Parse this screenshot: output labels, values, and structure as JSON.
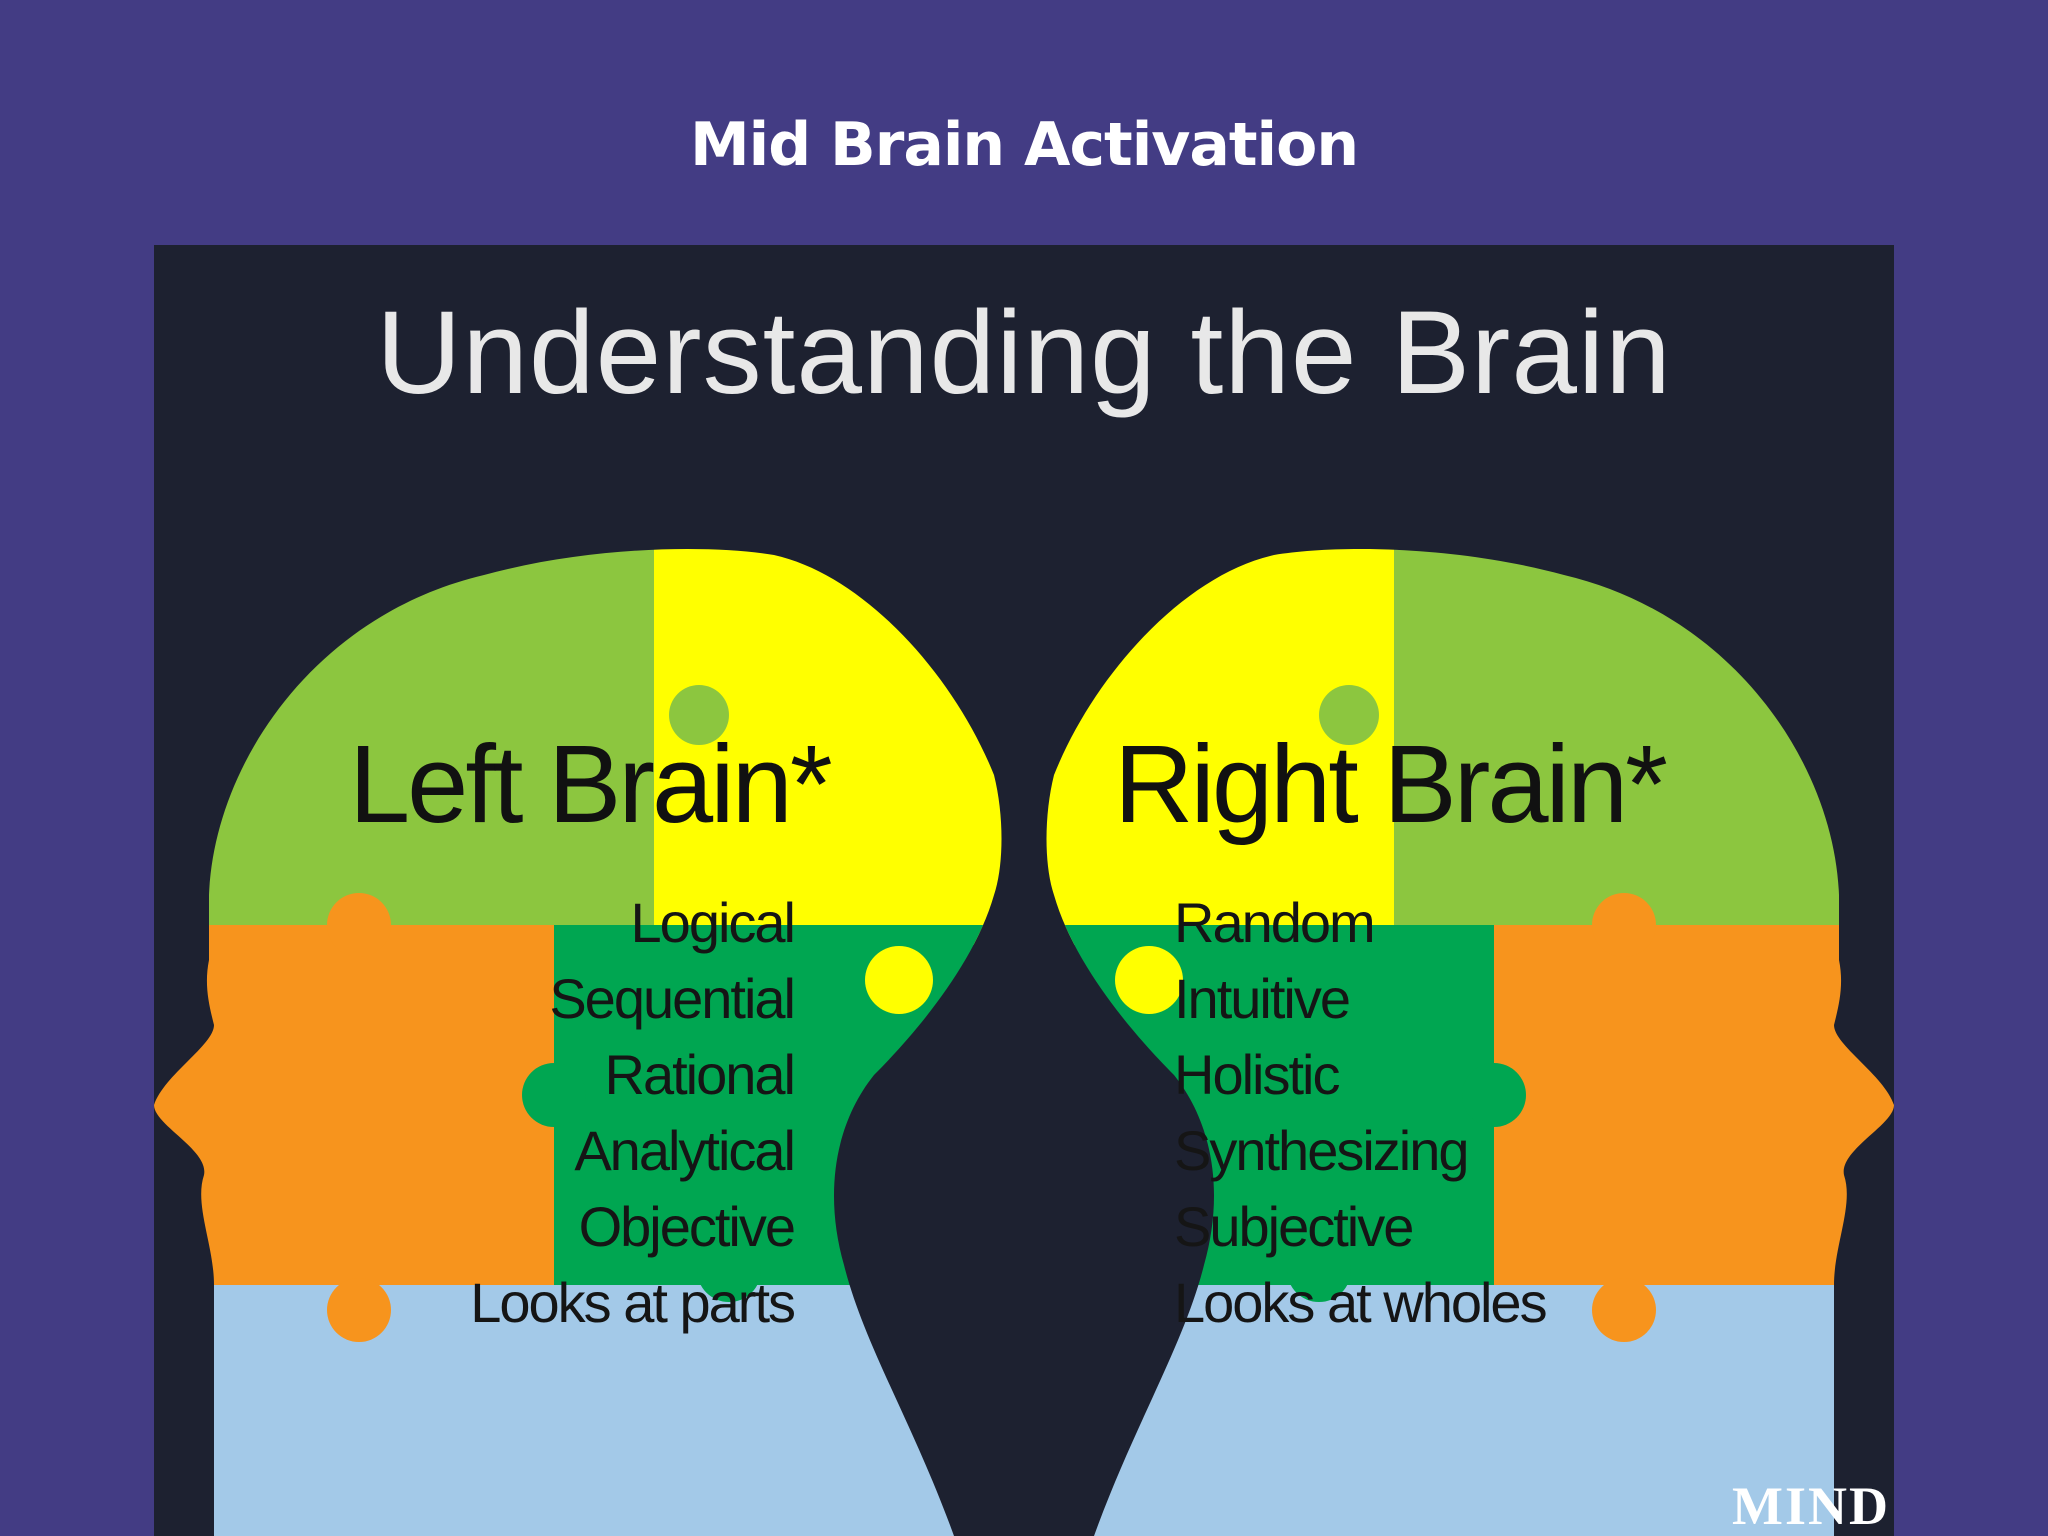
{
  "page": {
    "title": "Mid Brain Activation"
  },
  "infographic": {
    "title": "Understanding the Brain",
    "left": {
      "heading": "Left Brain*",
      "traits": [
        "Logical",
        "Sequential",
        "Rational",
        "Analytical",
        "Objective",
        "Looks at parts"
      ]
    },
    "right": {
      "heading": "Right Brain*",
      "traits": [
        "Random",
        "Intuitive",
        "Holistic",
        "Synthesizing",
        "Subjective",
        "Looks at wholes"
      ]
    },
    "watermark": "MIND",
    "colors": {
      "background": "#1d2130",
      "light_green": "#8cc63f",
      "yellow": "#ffff00",
      "orange": "#f7941d",
      "green": "#00a651",
      "light_blue": "#a3c9e8"
    }
  },
  "colors": {
    "page_background": "#433c84",
    "title_text": "#ffffff"
  }
}
